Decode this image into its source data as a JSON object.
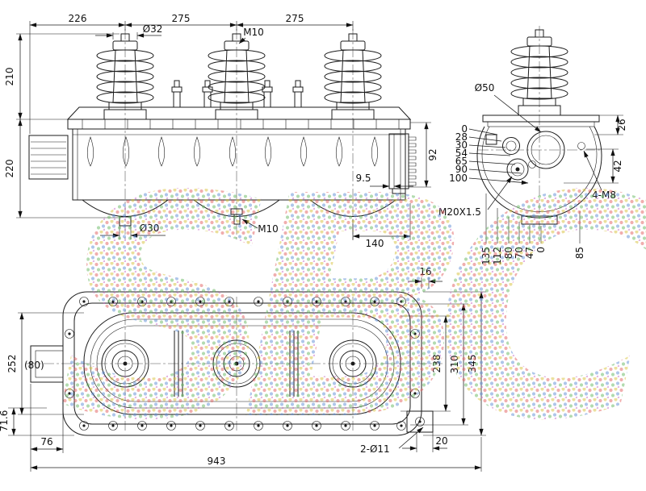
{
  "watermark": "SBC",
  "front_view": {
    "dims": {
      "w1": "226",
      "w2": "275",
      "w3": "275",
      "dia_top": "Ø32",
      "thread_top": "M10",
      "h_upper": "210",
      "h_lower": "220",
      "h_right": "92",
      "pitch_right": "9.5",
      "dia_bottom": "Ø30",
      "thread_bottom": "M10",
      "w_bottom": "140"
    }
  },
  "side_view": {
    "dims": {
      "dia_port": "Ø50",
      "off_top": "26",
      "off_bolt": "42",
      "bolts": "4-M8",
      "gland": "M20X1.5",
      "depth_scale": [
        "0",
        "28",
        "30",
        "54",
        "65",
        "90",
        "100"
      ],
      "width_scale": [
        "135",
        "112",
        "80",
        "70",
        "47",
        "0"
      ],
      "off_foot": "85"
    }
  },
  "plan_view": {
    "dims": {
      "tab_offset": "16",
      "h_inner": "252",
      "box_width": "(80)",
      "h_foot": "71.6",
      "box_len": "76",
      "total_len": "943",
      "holes": "2-Ø11",
      "tab_len": "20",
      "h1": "238",
      "h2": "310",
      "h3": "345"
    }
  }
}
